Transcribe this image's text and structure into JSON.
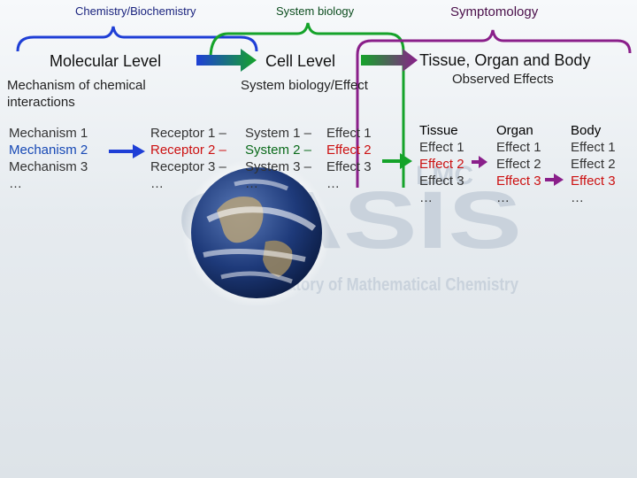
{
  "colors": {
    "blue": "#1749b5",
    "red": "#cc1111",
    "green": "#0a6a1a",
    "brace_blue": "#1f3fd6",
    "brace_green": "#15a32a",
    "brace_purple": "#8a1f8a"
  },
  "categories": {
    "chemistry": "Chemistry/Biochemistry",
    "system": "System biology",
    "symptomology": "Symptomology"
  },
  "levels": {
    "molecular": "Molecular Level",
    "cell": "Cell Level",
    "tissue": "Tissue, Organ and Body"
  },
  "subheadings": {
    "mechanism": "Mechanism of chemical interactions",
    "system_effect": "System biology/Effect",
    "observed": "Observed Effects"
  },
  "mechanisms": [
    "Mechanism 1",
    "Mechanism 2",
    "Mechanism 3",
    "…"
  ],
  "receptors": [
    "Receptor 1 –",
    "Receptor 2 –",
    "Receptor 3 –",
    "…"
  ],
  "systems": [
    "System 1 –",
    "System 2 –",
    "System 3 –",
    "…"
  ],
  "system_effects": [
    "Effect 1",
    "Effect 2",
    "Effect 3",
    "…"
  ],
  "tissue": {
    "head": "Tissue",
    "items": [
      "Effect 1",
      "Effect 2",
      "Effect 3",
      "…"
    ]
  },
  "organ": {
    "head": "Organ",
    "items": [
      "Effect 1",
      "Effect 2",
      "Effect 3",
      "…"
    ]
  },
  "body": {
    "head": "Body",
    "items": [
      "Effect 1",
      "Effect 2",
      "Effect 3",
      "…"
    ]
  },
  "watermark": {
    "top": "LMC",
    "main": "OASIS",
    "sub": "Laboratory of Mathematical Chemistry"
  }
}
